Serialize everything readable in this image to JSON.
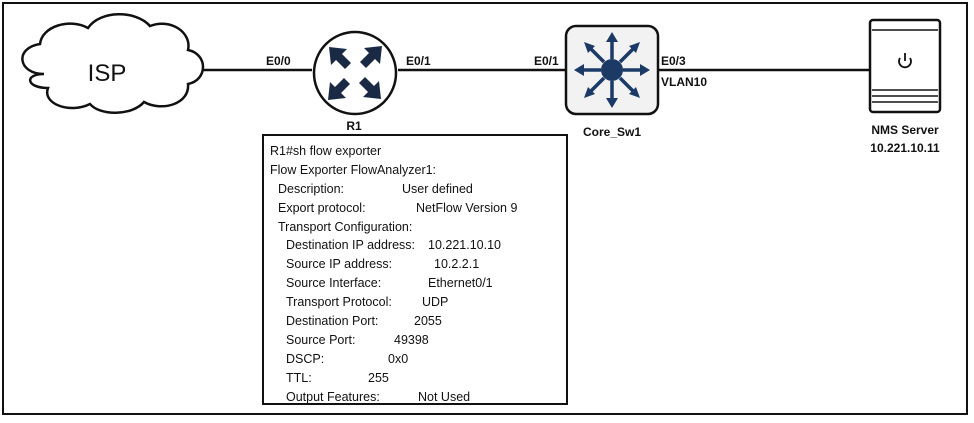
{
  "nodes": {
    "isp": {
      "label": "ISP"
    },
    "r1": {
      "label": "R1"
    },
    "core_sw": {
      "label": "Core_Sw1"
    },
    "nms": {
      "label": "NMS Server",
      "ip": "10.221.10.11"
    }
  },
  "links": {
    "isp_r1_port": "E0/0",
    "r1_sw_r1_port": "E0/1",
    "r1_sw_sw_port": "E0/1",
    "sw_nms_port": "E0/3",
    "sw_nms_vlan": "VLAN10"
  },
  "cli": {
    "prompt": "R1#sh flow exporter",
    "header": "Flow Exporter FlowAnalyzer1:",
    "description": {
      "key": "Description:",
      "value": "User defined"
    },
    "export_protocol": {
      "key": "Export protocol:",
      "value": "NetFlow Version 9"
    },
    "transport_config": "Transport Configuration:",
    "dest_ip": {
      "key": "Destination IP address:",
      "value": "10.221.10.10"
    },
    "src_ip": {
      "key": "Source IP address:",
      "value": "10.2.2.1"
    },
    "src_intf": {
      "key": "Source Interface:",
      "value": "Ethernet0/1"
    },
    "transport_proto": {
      "key": "Transport Protocol:",
      "value": "UDP"
    },
    "dest_port": {
      "key": "Destination Port:",
      "value": "2055"
    },
    "src_port": {
      "key": "Source Port:",
      "value": "49398"
    },
    "dscp": {
      "key": "DSCP:",
      "value": "0x0"
    },
    "ttl": {
      "key": "TTL:",
      "value": "255"
    },
    "output_features": {
      "key": "Output Features:",
      "value": "Not Used"
    }
  },
  "colors": {
    "line": "#111111",
    "router_fill": "#ffffff",
    "switch_fill": "#f2f2f2",
    "switch_core": "#1b3a66"
  },
  "icons": {
    "isp": "cloud-icon",
    "r1": "router-icon",
    "core_sw": "multilayer-switch-icon",
    "nms": "server-icon"
  }
}
